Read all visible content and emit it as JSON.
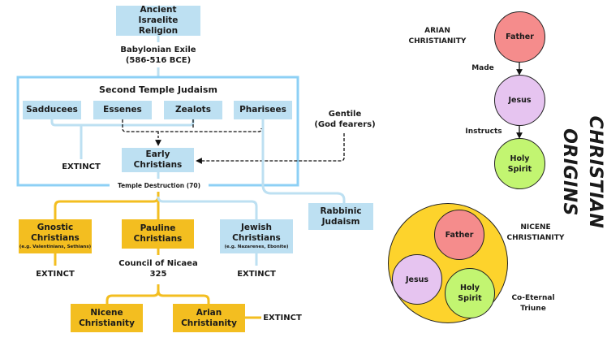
{
  "title": "CHRISTIAN ORIGINS",
  "colors": {
    "judaism_blue": "#bde0f2",
    "frame_blue": "#8dd0f5",
    "christian_gold": "#f3be20",
    "father_red": "#f58c8c",
    "jesus_purple": "#e6c4f0",
    "spirit_green": "#c2f571",
    "nicene_yellow": "#fdd32c"
  },
  "tree": {
    "root": "Ancient Israelite Religion",
    "exile": {
      "name": "Babylonian Exile",
      "date": "(586-516 BCE)"
    },
    "second_temple": {
      "title": "Second Temple Judaism",
      "sects": [
        "Sadducees",
        "Essenes",
        "Zealots",
        "Pharisees"
      ]
    },
    "extinct_label": "EXTINCT",
    "early_christians": "Early Christians",
    "gentile": {
      "line1": "Gentile",
      "line2": "(God fearers)"
    },
    "temple_destruction": "Temple Destruction (70)",
    "rabbinic": "Rabbinic Judaism",
    "branches": [
      {
        "name": "Gnostic Christians",
        "sub": "(e.g. Valentinians, Sethians)",
        "fate": "EXTINCT"
      },
      {
        "name": "Pauline Christians",
        "sub": "",
        "fate": ""
      },
      {
        "name": "Jewish Christians",
        "sub": "(e.g. Nazarenes, Ebonite)",
        "fate": "EXTINCT"
      }
    ],
    "council": {
      "name": "Council of Nicaea",
      "year": "325"
    },
    "nicene": "Nicene Christianity",
    "arian": "Arian Christianity",
    "arian_fate": "EXTINCT"
  },
  "arian_model": {
    "label": "ARIAN CHRISTIANITY",
    "nodes": [
      "Father",
      "Jesus",
      "Holy Spirit"
    ],
    "relations": [
      "Made",
      "Instructs"
    ]
  },
  "nicene_model": {
    "label": "NICENE CHRISTIANITY",
    "nodes": [
      "Father",
      "Jesus",
      "Holy Spirit"
    ],
    "caption": "Co-Eternal Triune"
  }
}
